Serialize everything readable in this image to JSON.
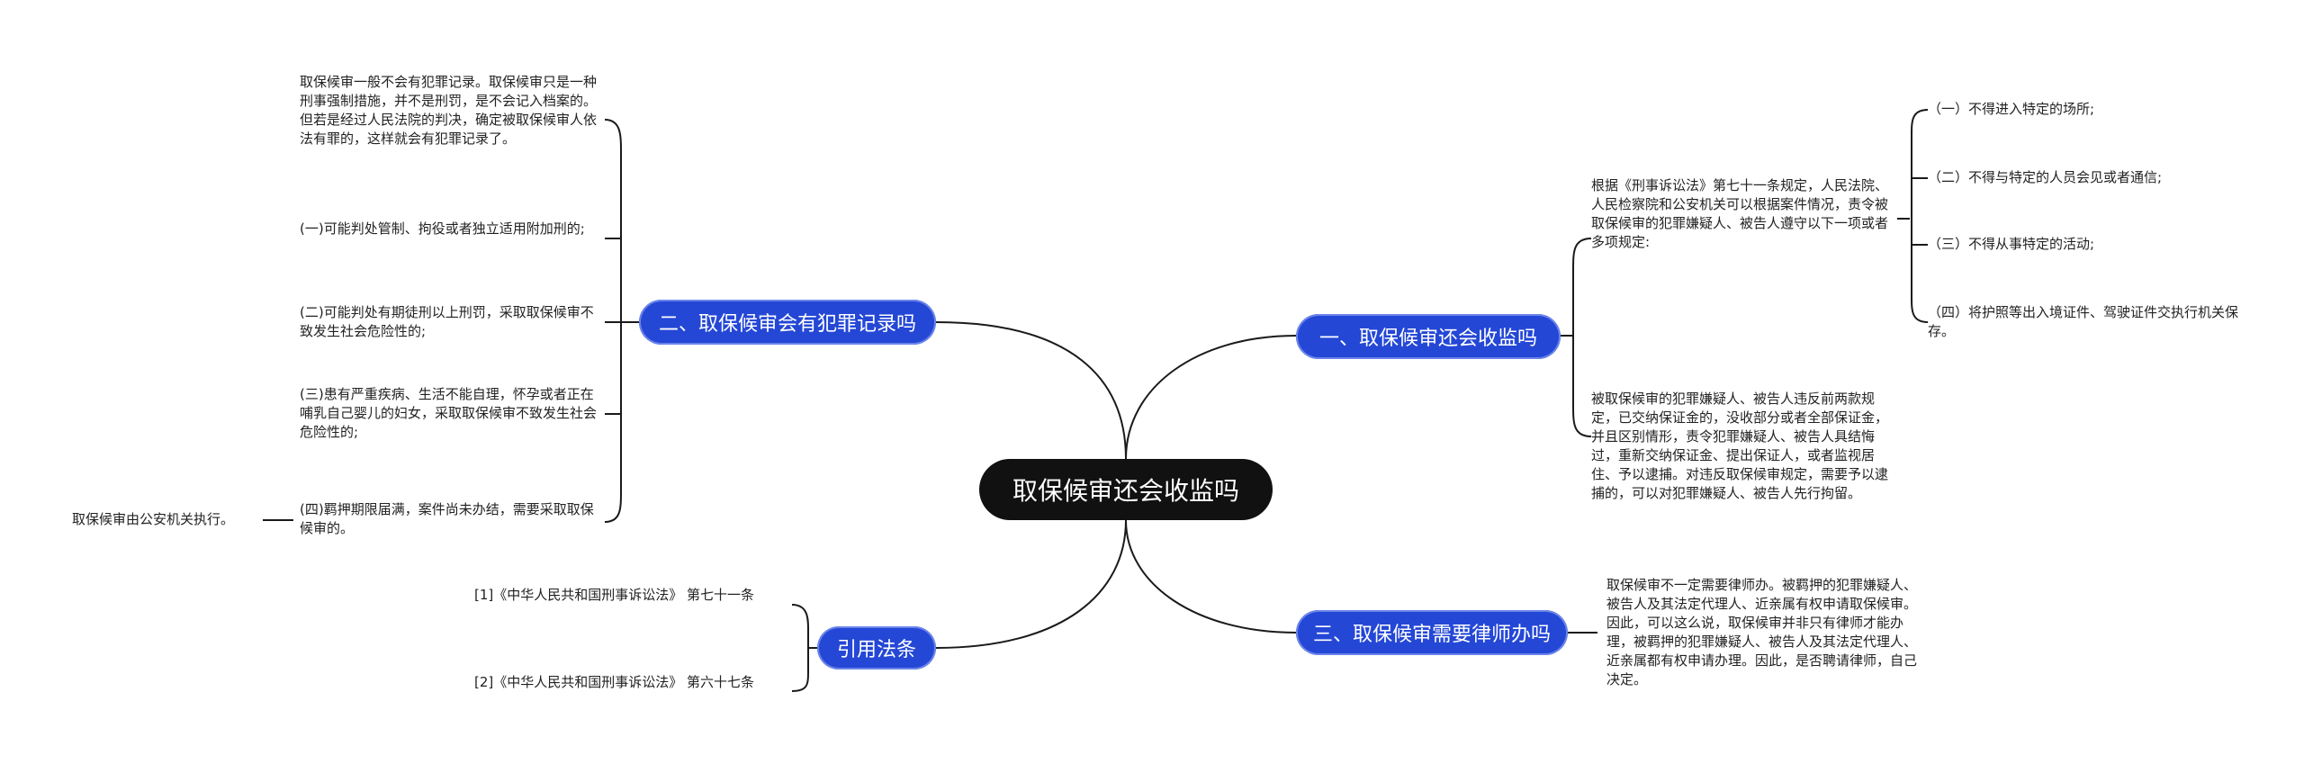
{
  "central": "取保候审还会收监吗",
  "branches": {
    "b1": {
      "title": "一、取保候审还会收监吗",
      "intro": "根据《刑事诉讼法》第七十一条规定，人民法院、人民检察院和公安机关可以根据案件情况，责令被取保候审的犯罪嫌疑人、被告人遵守以下一项或者多项规定:",
      "items": [
        "（一）不得进入特定的场所;",
        "（二）不得与特定的人员会见或者通信;",
        "（三）不得从事特定的活动;",
        "（四）将护照等出入境证件、驾驶证件交执行机关保存。"
      ],
      "note": "被取保候审的犯罪嫌疑人、被告人违反前两款规定，已交纳保证金的，没收部分或者全部保证金，并且区别情形，责令犯罪嫌疑人、被告人具结悔过，重新交纳保证金、提出保证人，或者监视居住、予以逮捕。对违反取保候审规定，需要予以逮捕的，可以对犯罪嫌疑人、被告人先行拘留。"
    },
    "b2": {
      "title": "二、取保候审会有犯罪记录吗",
      "items": [
        "取保候审一般不会有犯罪记录。取保候审只是一种刑事强制措施，并不是刑罚，是不会记入档案的。但若是经过人民法院的判决，确定被取保候审人依法有罪的，这样就会有犯罪记录了。",
        "(一)可能判处管制、拘役或者独立适用附加刑的;",
        "(二)可能判处有期徒刑以上刑罚，采取取保候审不致发生社会危险性的;",
        "(三)患有严重疾病、生活不能自理，怀孕或者正在哺乳自己婴儿的妇女，采取取保候审不致发生社会危险性的;",
        "(四)羁押期限届满，案件尚未办结，需要采取取保候审的。"
      ],
      "sub": "取保候审由公安机关执行。"
    },
    "b3": {
      "title": "三、取保候审需要律师办吗",
      "text": "取保候审不一定需要律师办。被羁押的犯罪嫌疑人、被告人及其法定代理人、近亲属有权申请取保候审。因此，可以这么说，取保候审并非只有律师才能办理，被羁押的犯罪嫌疑人、被告人及其法定代理人、近亲属都有权申请办理。因此，是否聘请律师，自己决定。"
    },
    "b4": {
      "title": "引用法条",
      "items": [
        "[1]《中华人民共和国刑事诉讼法》 第七十一条",
        "[2]《中华人民共和国刑事诉讼法》 第六十七条"
      ]
    }
  },
  "colors": {
    "central_bg": "#111111",
    "topic_bg": "#2447d6",
    "line": "#1a1a1a",
    "text": "#222222"
  }
}
